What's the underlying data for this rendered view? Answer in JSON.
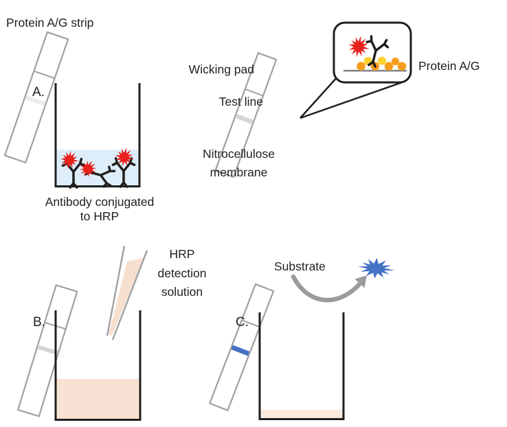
{
  "figure": {
    "title": "Protein A/G strip",
    "inset_label": "Protein A/G",
    "strip": {
      "wicking_pad": "Wicking pad",
      "test_line": "Test line",
      "membrane_line1": "Nitrocellulose",
      "membrane_line2": "membrane"
    },
    "panel_a": {
      "label": "A.",
      "caption_line1": "Antibody conjugated",
      "caption_line2": "to HRP"
    },
    "panel_b": {
      "label": "B.",
      "reagent_line1": "HRP",
      "reagent_line2": "detection",
      "reagent_line3": "solution"
    },
    "panel_c": {
      "label": "C.",
      "substrate": "Substrate"
    }
  },
  "colors": {
    "ink": "#1e1e1e",
    "strip_outline": "#a0a0a0",
    "hrp_red": "#e9201c",
    "substrate_blue": "#4472c4",
    "liquid_blue": "#d4e8f7",
    "liquid_peach": "#f7dfd0",
    "liquid_peach_light": "#faeade",
    "bead_orange": "#f79d1e",
    "bead_yellow": "#ffd22e",
    "arrow_gray": "#9b9b9d",
    "inset_line_gray": "#808080",
    "faint_line": "#d6d6d6",
    "faint_line_light": "#ebebeb"
  }
}
